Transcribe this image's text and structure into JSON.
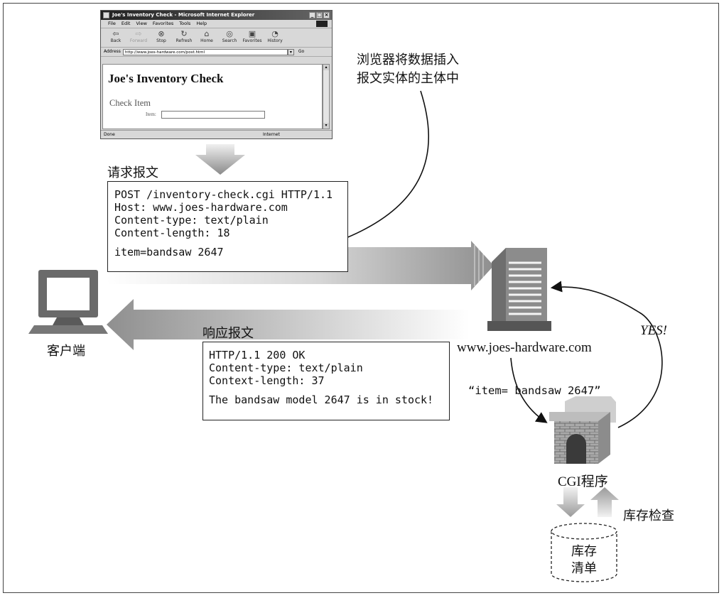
{
  "browser": {
    "title": "Joe's Inventory Check - Microsoft Internet Explorer",
    "window_buttons": [
      "_",
      "□",
      "×"
    ],
    "menu": [
      "File",
      "Edit",
      "View",
      "Favorites",
      "Tools",
      "Help"
    ],
    "toolbar": [
      "Back",
      "Forward",
      "Stop",
      "Refresh",
      "Home",
      "Search",
      "Favorites",
      "History"
    ],
    "address_label": "Address",
    "url": "http://www.joes-hardware.com/post.html",
    "go_label": "Go",
    "page_heading": "Joe's Inventory Check",
    "check_item_label": "Check Item",
    "item_label": "Item:",
    "status_done": "Done",
    "status_zone": "Internet"
  },
  "request": {
    "title": "请求报文",
    "lines": [
      "POST /inventory-check.cgi HTTP/1.1",
      "Host: www.joes-hardware.com",
      "Content-type: text/plain",
      "Content-length: 18"
    ],
    "body": "item=bandsaw 2647"
  },
  "response": {
    "title": "响应报文",
    "lines": [
      "HTTP/1.1 200 OK",
      "Content-type: text/plain",
      "Context-length: 37"
    ],
    "body": "The bandsaw model 2647 is in stock!"
  },
  "annotation": [
    "浏览器将数据插入",
    "报文实体的主体中"
  ],
  "client_label": "客户端",
  "server_label": "www.joes-hardware.com",
  "cgi_query": "“item= bandsaw 2647”",
  "yes_label": "YES!",
  "cgi_label": "CGI程序",
  "inventory_check_label": "库存检查",
  "db_label": [
    "库存",
    "清单"
  ]
}
